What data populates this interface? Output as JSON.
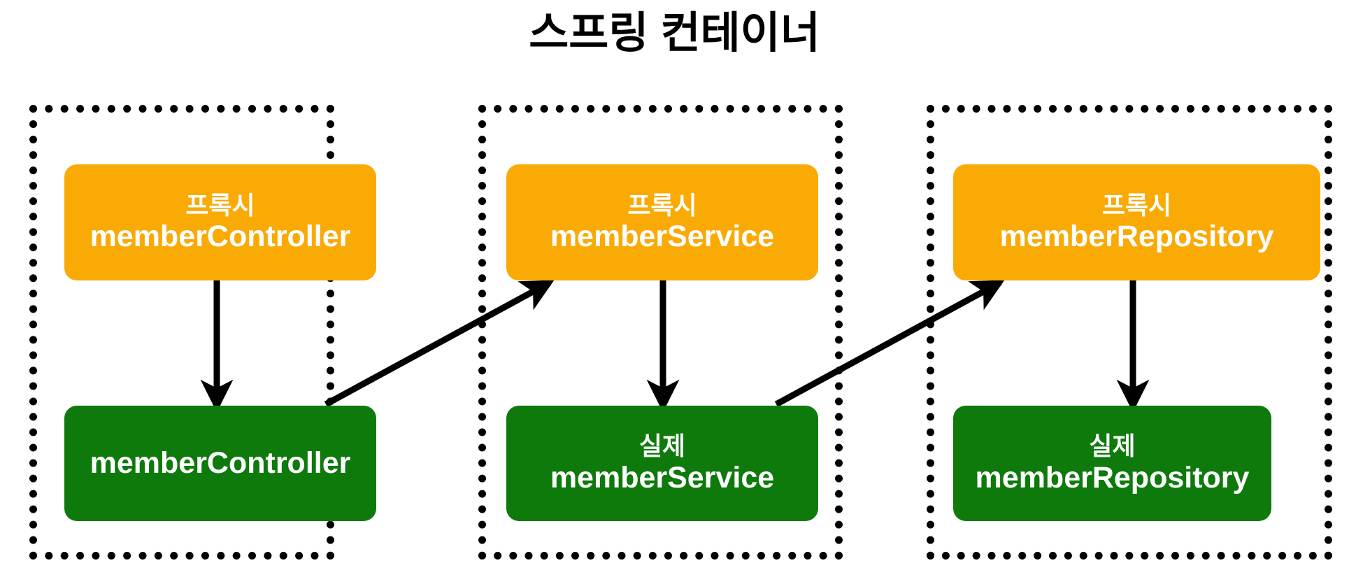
{
  "diagram": {
    "title": "스프링 컨테이너",
    "colors": {
      "proxy_box": "#FAAA05",
      "real_box": "#0E7A0C",
      "border": "#000000",
      "arrow": "#000000",
      "text_on_box": "#FFFFFF",
      "background": "#FFFFFF"
    },
    "containers": [
      {
        "name": "member-controller-container",
        "proxy": {
          "caption": "프록시",
          "bean_name": "memberController"
        },
        "real": {
          "caption": "",
          "bean_name": "memberController"
        }
      },
      {
        "name": "member-service-container",
        "proxy": {
          "caption": "프록시",
          "bean_name": "memberService"
        },
        "real": {
          "caption": "실제",
          "bean_name": "memberService"
        }
      },
      {
        "name": "member-repository-container",
        "proxy": {
          "caption": "프록시",
          "bean_name": "memberRepository"
        },
        "real": {
          "caption": "실제",
          "bean_name": "memberRepository"
        }
      }
    ],
    "arrows": [
      {
        "name": "proxy-controller-to-real-controller",
        "kind": "vertical"
      },
      {
        "name": "real-controller-to-proxy-service",
        "kind": "diagonal"
      },
      {
        "name": "proxy-service-to-real-service",
        "kind": "vertical"
      },
      {
        "name": "real-service-to-proxy-repository",
        "kind": "diagonal"
      },
      {
        "name": "proxy-repository-to-real-repository",
        "kind": "vertical"
      }
    ]
  }
}
